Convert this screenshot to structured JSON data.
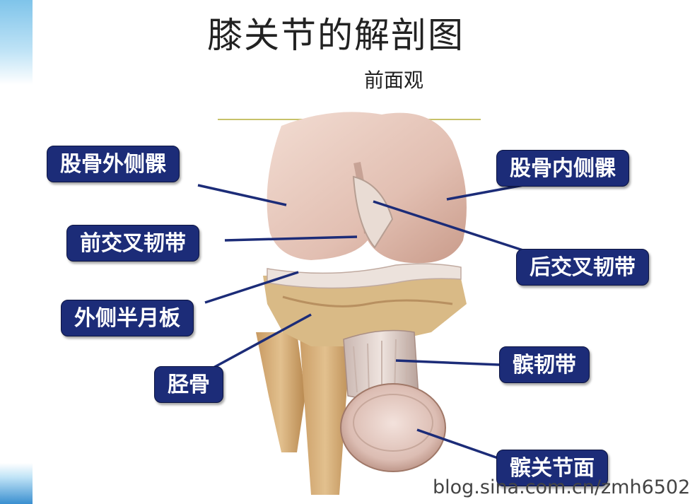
{
  "title": "膝关节的解剖图",
  "subtitle": "前面观",
  "labels": {
    "lateral_condyle": "股骨外侧髁",
    "medial_condyle": "股骨内侧髁",
    "acl": "前交叉韧带",
    "pcl": "后交叉韧带",
    "lateral_meniscus": "外侧半月板",
    "tibia": "胫骨",
    "patellar_ligament": "髌韧带",
    "patellar_surface": "髌关节面"
  },
  "watermark": "blog.sina.com.cn/zmh6502",
  "colors": {
    "label_bg": "#1c2c78",
    "label_text": "#ffffff",
    "bone": "#e7c9bd",
    "bone_shaft": "#d6b382",
    "rule": "#c7c26a"
  }
}
